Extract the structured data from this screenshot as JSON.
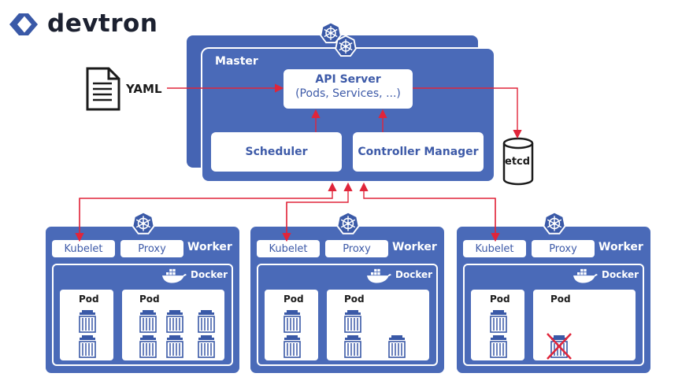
{
  "brand": {
    "name": "devtron"
  },
  "master": {
    "title": "Master"
  },
  "api_server": {
    "title": "API Server",
    "subtitle": "(Pods, Services, ...)"
  },
  "scheduler": {
    "label": "Scheduler"
  },
  "controller_manager": {
    "label": "Controller Manager"
  },
  "yaml": {
    "label": "YAML"
  },
  "etcd": {
    "label": "etcd"
  },
  "workers": [
    {
      "title": "Worker",
      "kubelet": "Kubelet",
      "proxy": "Proxy",
      "runtime": "Docker",
      "pods": [
        {
          "label": "Pod",
          "containers": 2
        },
        {
          "label": "Pod",
          "containers": 6
        }
      ]
    },
    {
      "title": "Worker",
      "kubelet": "Kubelet",
      "proxy": "Proxy",
      "runtime": "Docker",
      "pods": [
        {
          "label": "Pod",
          "containers": 2
        },
        {
          "label": "Pod",
          "containers": 3
        }
      ]
    },
    {
      "title": "Worker",
      "kubelet": "Kubelet",
      "proxy": "Proxy",
      "runtime": "Docker",
      "pods": [
        {
          "label": "Pod",
          "containers": 2
        },
        {
          "label": "Pod",
          "containers": 1,
          "failed": true
        }
      ]
    }
  ],
  "colors": {
    "panel": "#4a6ab8",
    "panel_dark": "#3a59a7",
    "arrow": "#e0253a",
    "text": "#3d5aa8"
  }
}
